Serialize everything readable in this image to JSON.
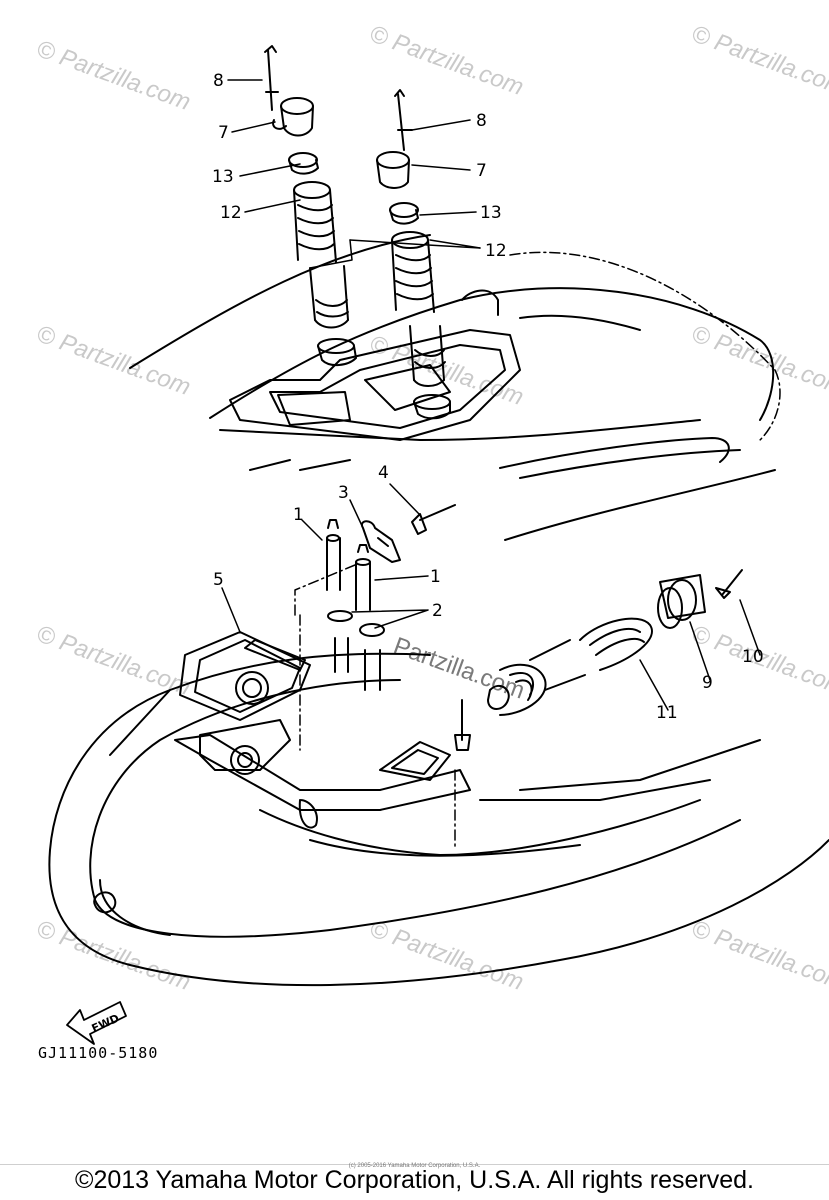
{
  "diagram": {
    "callouts": [
      {
        "id": "c1a",
        "label": "1"
      },
      {
        "id": "c1b",
        "label": "1"
      },
      {
        "id": "c2",
        "label": "2"
      },
      {
        "id": "c3",
        "label": "3"
      },
      {
        "id": "c4",
        "label": "4"
      },
      {
        "id": "c5",
        "label": "5"
      },
      {
        "id": "c7a",
        "label": "7"
      },
      {
        "id": "c7b",
        "label": "7"
      },
      {
        "id": "c8a",
        "label": "8"
      },
      {
        "id": "c8b",
        "label": "8"
      },
      {
        "id": "c9",
        "label": "9"
      },
      {
        "id": "c10",
        "label": "10"
      },
      {
        "id": "c11",
        "label": "11"
      },
      {
        "id": "c12a",
        "label": "12"
      },
      {
        "id": "c12b",
        "label": "12"
      },
      {
        "id": "c13a",
        "label": "13"
      },
      {
        "id": "c13b",
        "label": "13"
      }
    ],
    "fwd_label": "FWD",
    "part_code": "GJ11100-5180",
    "watermark": "© Partzilla.com",
    "watermark_center": "Partzilla.com"
  },
  "footer": {
    "small_text": "(c) 2005-2016 Yamaha Motor Corporation, U.S.A.",
    "copyright": "©2013 Yamaha Motor Corporation, U.S.A. All rights reserved."
  }
}
